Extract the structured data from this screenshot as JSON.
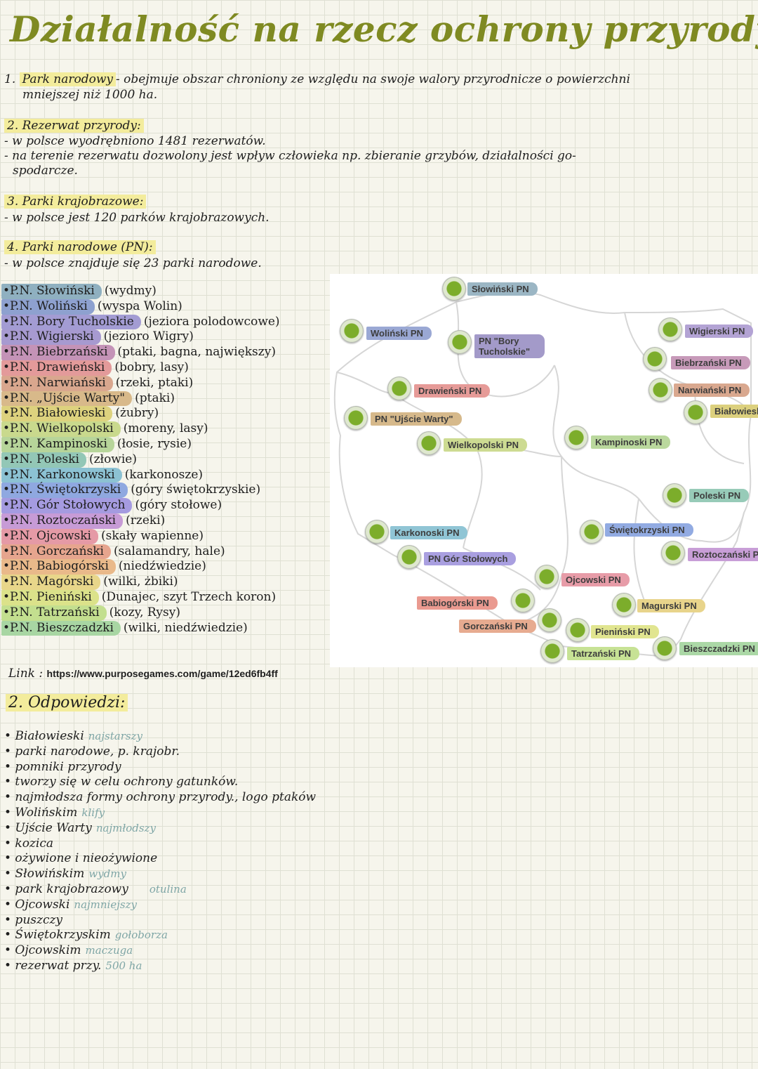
{
  "title": "Działalność na rzecz ochrony przyrody:",
  "section1": {
    "num": "1.",
    "term": "Park narodowy",
    "text_line1": "- obejmuje obszar chroniony ze względu na swoje walory przyrodnicze o powierzchni",
    "text_line2": "mniejszej niż 1000 ha."
  },
  "section2": {
    "heading": "2. Rezerwat przyrody:",
    "line1": "- w polsce wyodrębniono 1481 rezerwatów.",
    "line2": "- na terenie rezerwatu dozwolony jest wpływ człowieka np. zbieranie grzybów, działalności go-",
    "line3": "spodarcze."
  },
  "section3": {
    "heading": "3. Parki krajobrazowe:",
    "line1": "- w polsce jest 120 parków krajobrazowych."
  },
  "section4": {
    "heading": "4. Parki narodowe (PN):",
    "line1": "- w polsce znajduje się 23 parki narodowe."
  },
  "parks": [
    {
      "name": "•P.N. Słowiński",
      "desc": "(wydmy)",
      "color": "#8fb0c0"
    },
    {
      "name": "•P.N. Woliński",
      "desc": "(wyspa Wolin)",
      "color": "#8ea1cf"
    },
    {
      "name": "•P.N. Bory Tucholskie",
      "desc": "(jeziora polodowcowe)",
      "color": "#a39cd3"
    },
    {
      "name": "•P.N. Wigierski",
      "desc": "(jezioro Wigry)",
      "color": "#a79ad0"
    },
    {
      "name": "•P.N. Biebrzański",
      "desc": "(ptaki, bagna, największy)",
      "color": "#c493b7"
    },
    {
      "name": "•P.N. Drawieński",
      "desc": "(bobry, lasy)",
      "color": "#e39a9a"
    },
    {
      "name": "•P.N. Narwiański",
      "desc": "(rzeki, ptaki)",
      "color": "#d9a78e"
    },
    {
      "name": "•P.N. „Ujście Warty\"",
      "desc": "(ptaki)",
      "color": "#d8b98a"
    },
    {
      "name": "•P.N. Białowieski",
      "desc": "(żubry)",
      "color": "#ddd27e"
    },
    {
      "name": "•P.N. Wielkopolski",
      "desc": "(moreny, lasy)",
      "color": "#c9d98d"
    },
    {
      "name": "•P.N. Kampinoski",
      "desc": "(łosie, rysie)",
      "color": "#b7d59a"
    },
    {
      "name": "•P.N. Poleski",
      "desc": "(złowie)",
      "color": "#93c7b6"
    },
    {
      "name": "•P.N. Karkonowski",
      "desc": "(karkonosze)",
      "color": "#8cc2d3"
    },
    {
      "name": "•P.N. Świętokrzyski",
      "desc": "(góry świętokrzyskie)",
      "color": "#8fa8e0"
    },
    {
      "name": "•P.N. Gór Stołowych",
      "desc": "(góry stołowe)",
      "color": "#a59be0"
    },
    {
      "name": "•P.N. Roztoczański",
      "desc": "(rzeki)",
      "color": "#c79bd6"
    },
    {
      "name": "•P.N. Ojcowski",
      "desc": "(skały wapienne)",
      "color": "#e59aa6"
    },
    {
      "name": "•P.N. Gorczański",
      "desc": "(salamandry, hale)",
      "color": "#e6a58e"
    },
    {
      "name": "•P.N. Babiogórski",
      "desc": "(niedźwiedzie)",
      "color": "#e9b98a"
    },
    {
      "name": "•P.N. Magórski",
      "desc": "(wilki, żbiki)",
      "color": "#e8d68a"
    },
    {
      "name": "•P.N. Pieniński",
      "desc": "(Dunajec, szyt Trzech koron)",
      "color": "#dbe28a"
    },
    {
      "name": "•P.N. Tatrzański",
      "desc": "(kozy, Rysy)",
      "color": "#c3df8f"
    },
    {
      "name": "•P.N. Bieszczadzki",
      "desc": "(wilki, niedźwiedzie)",
      "color": "#a8d6a3"
    }
  ],
  "map": {
    "labels": [
      {
        "text": "Słowiński PN",
        "color": "#9bb6c4"
      },
      {
        "text": "Woliński PN",
        "color": "#9aa8d4"
      },
      {
        "text": "PN \"Bory Tucholskie\"",
        "color": "#a39ac9"
      },
      {
        "text": "Wigierski PN",
        "color": "#b3a3d4"
      },
      {
        "text": "Biebrzański PN",
        "color": "#c79ab9"
      },
      {
        "text": "Drawieński PN",
        "color": "#e69b98"
      },
      {
        "text": "Narwiański PN",
        "color": "#d9a88f"
      },
      {
        "text": "Białowieski PN",
        "color": "#dcd07e"
      },
      {
        "text": "PN \"Ujście Warty\"",
        "color": "#d6b98b"
      },
      {
        "text": "Wielkopolski PN",
        "color": "#cddb92"
      },
      {
        "text": "Kampinoski PN",
        "color": "#bad89d"
      },
      {
        "text": "Poleski PN",
        "color": "#97cbb8"
      },
      {
        "text": "Karkonoski PN",
        "color": "#90c5d5"
      },
      {
        "text": "Świętokrzyski PN",
        "color": "#92abe2"
      },
      {
        "text": "PN Gór Stołowych",
        "color": "#a99fe0"
      },
      {
        "text": "Roztoczański PN",
        "color": "#c89ed7"
      },
      {
        "text": "Ojcowski PN",
        "color": "#e79ca8"
      },
      {
        "text": "Babiogórski PN",
        "color": "#ea9a90"
      },
      {
        "text": "Magurski PN",
        "color": "#e8d48b"
      },
      {
        "text": "Gorczański PN",
        "color": "#e7ab90"
      },
      {
        "text": "Pieniński PN",
        "color": "#e1e590"
      },
      {
        "text": "Tatrzański PN",
        "color": "#c7e295"
      },
      {
        "text": "Bieszczadzki PN",
        "color": "#abd8a6"
      }
    ]
  },
  "link": {
    "label": "Link :",
    "url": "https://www.purposegames.com/game/12ed6fb4ff"
  },
  "answers_title": "2. Odpowiedzi:",
  "answers": [
    {
      "text": "• Białowieski",
      "note": "najstarszy"
    },
    {
      "text": "• parki narodowe, p. krajobr.",
      "note": ""
    },
    {
      "text": "• pomniki przyrody",
      "note": ""
    },
    {
      "text": "• tworzy się w celu ochrony gatunków.",
      "note": ""
    },
    {
      "text": "• najmłodsza formy ochrony przyrody., logo ptaków",
      "note": ""
    },
    {
      "text": "• Wolińskim",
      "note": "klify"
    },
    {
      "text": "• Ujście Warty",
      "note": "najmłodszy"
    },
    {
      "text": "• kozica",
      "note": ""
    },
    {
      "text": "• ożywione i nieożywione",
      "note": ""
    },
    {
      "text": "• Słowińskim",
      "note": "wydmy"
    },
    {
      "text": "• park krajobrazowy",
      "note": "otulina"
    },
    {
      "text": "• Ojcowski",
      "note": "najmniejszy"
    },
    {
      "text": "• puszczy",
      "note": ""
    },
    {
      "text": "• Świętokrzyskim",
      "note": "gołoborza"
    },
    {
      "text": "• Ojcowskim",
      "note": "maczuga"
    },
    {
      "text": "• rezerwat przy.",
      "note": "500 ha"
    }
  ]
}
